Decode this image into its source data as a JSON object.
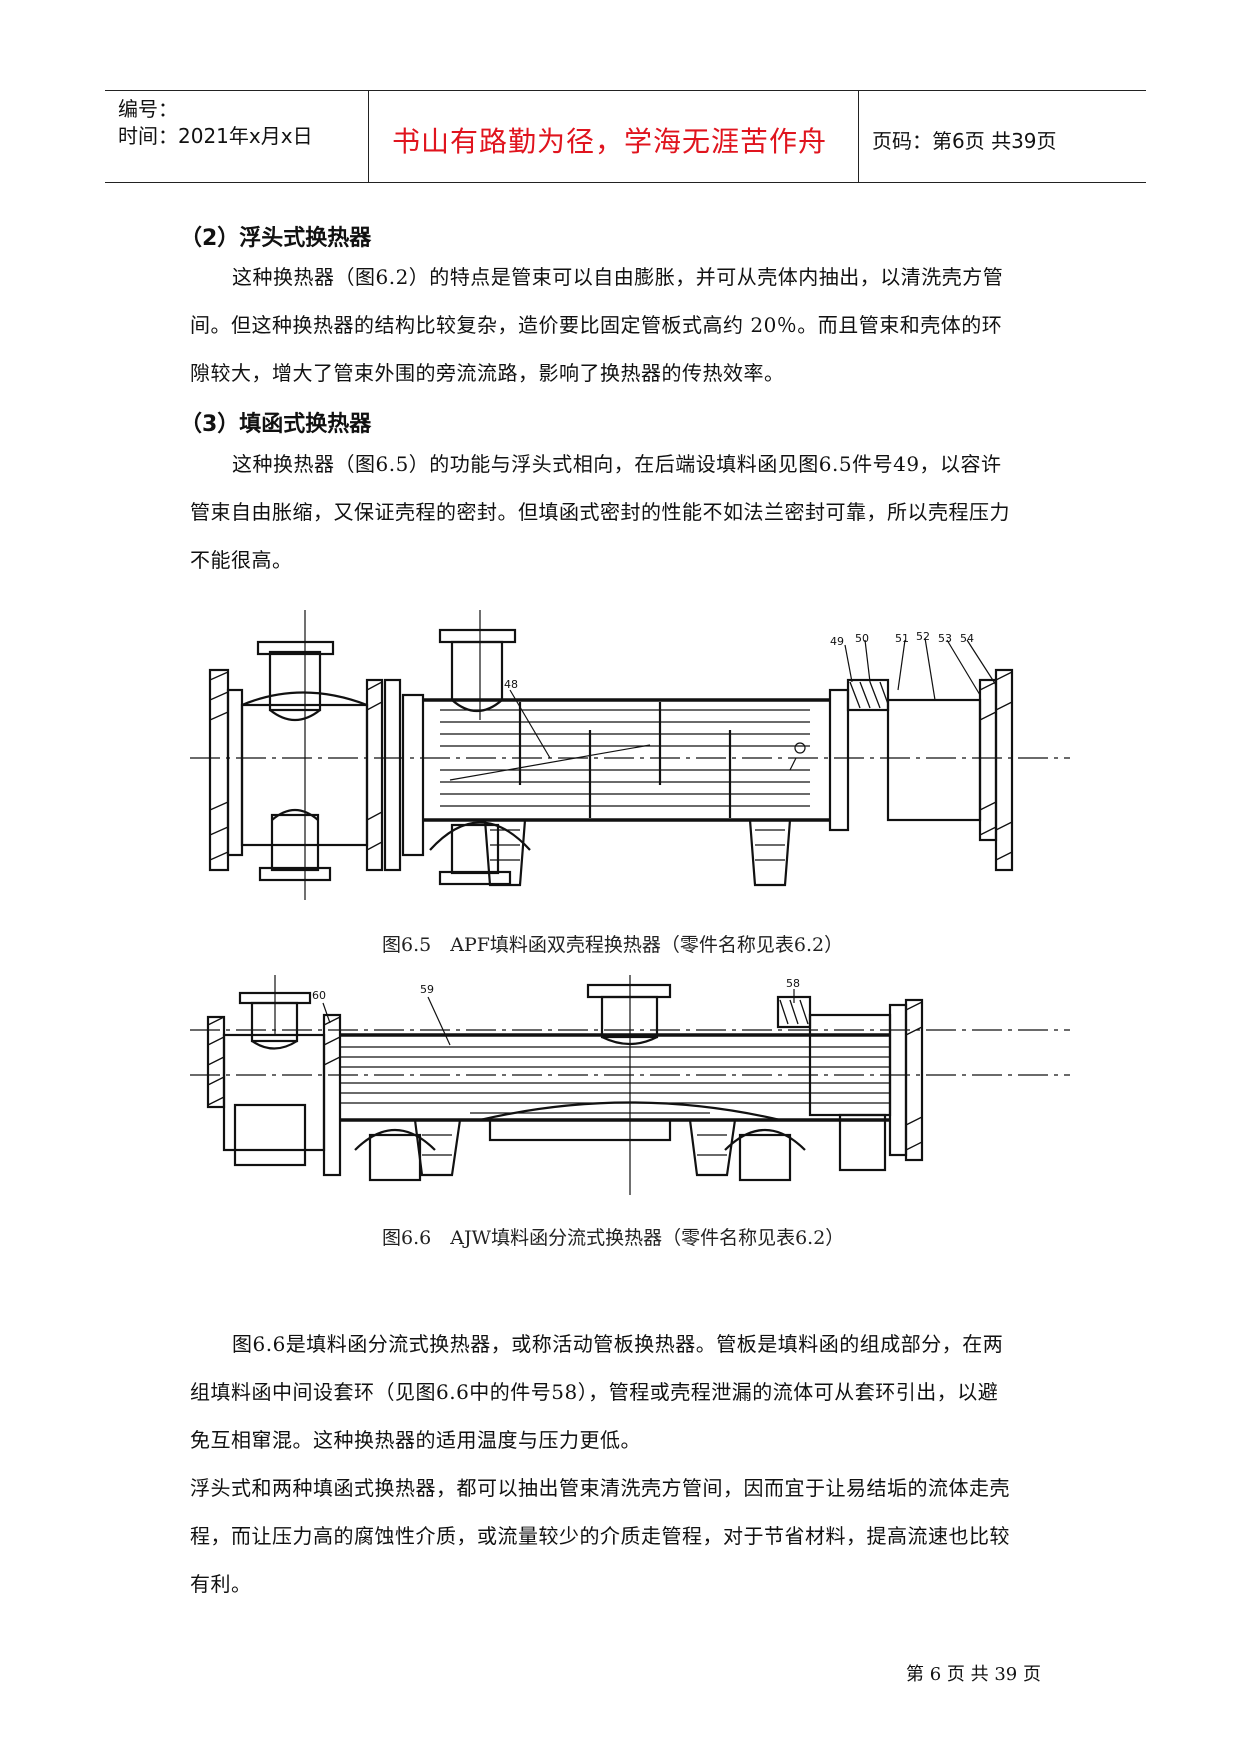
{
  "header": {
    "serial_label": "编号：",
    "time_label": "时间：2021年x月x日",
    "motto": "书山有路勤为径，学海无涯苦作舟",
    "page_label": "页码：第6页 共39页"
  },
  "section2": {
    "title": "（2）浮头式换热器",
    "lines": [
      "这种换热器（图6.2）的特点是管束可以自由膨胀，并可从壳体内抽出，以清洗壳方管",
      "间。但这种换热器的结构比较复杂，造价要比固定管板式高约 20％。而且管束和壳体的环",
      "隙较大，增大了管束外围的旁流流路，影响了换热器的传热效率。"
    ]
  },
  "section3": {
    "title": "（3）填函式换热器",
    "lines": [
      "这种换热器（图6.5）的功能与浮头式相向，在后端设填料函见图6.5件号49，以容许",
      "管束自由胀缩，又保证壳程的密封。但填函式密封的性能不如法兰密封可靠，所以壳程压力",
      "不能很高。"
    ]
  },
  "figure1": {
    "part_labels": [
      "48",
      "49",
      "50",
      "51",
      "52",
      "53",
      "54"
    ],
    "caption": "图6.5　APF填料函双壳程换热器（零件名称见表6.2）"
  },
  "figure2": {
    "part_labels": [
      "60",
      "59",
      "58"
    ],
    "caption": "图6.6　AJW填料函分流式换热器（零件名称见表6.2）"
  },
  "body": {
    "lines": [
      "图6.6是填料函分流式换热器，或称活动管板换热器。管板是填料函的组成部分，在两",
      "组填料函中间设套环（见图6.6中的件号58），管程或壳程泄漏的流体可从套环引出，以避",
      "免互相窜混。这种换热器的适用温度与压力更低。",
      "浮头式和两种填函式换热器，都可以抽出管束清洗壳方管间，因而宜于让易结垢的流体走壳",
      "程，而让压力高的腐蚀性介质，或流量较少的介质走管程，对于节省材料，提高流速也比较",
      "有利。"
    ]
  },
  "footer": {
    "page_text": "第 6 页 共 39 页"
  }
}
